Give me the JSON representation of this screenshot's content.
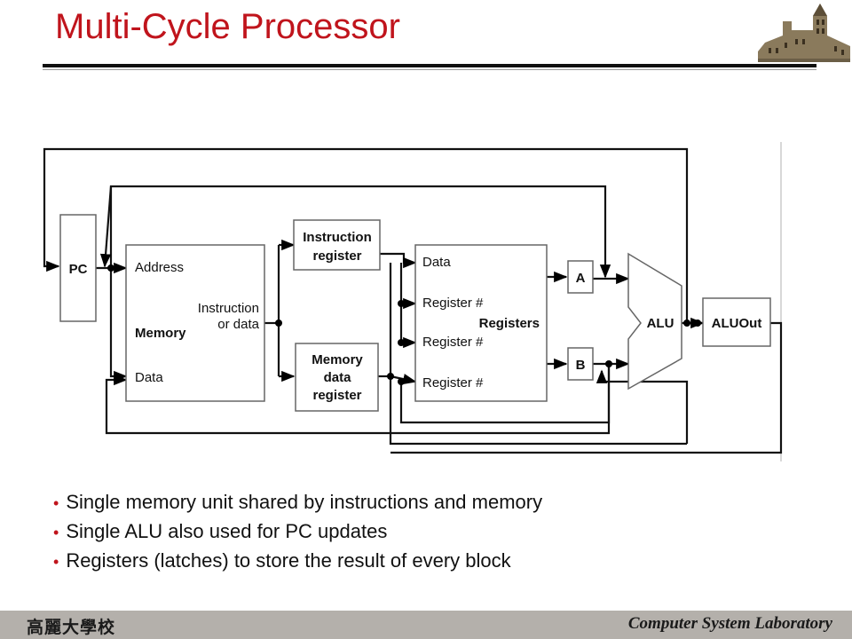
{
  "slide": {
    "title": "Multi-Cycle Processor",
    "bullets": [
      "Single memory unit shared by instructions and memory",
      "Single ALU also used for PC updates",
      "Registers (latches) to store the result of every block"
    ]
  },
  "diagram": {
    "pc": "PC",
    "memory": {
      "address": "Address",
      "memory": "Memory",
      "data": "Data",
      "out1": "Instruction",
      "out2": "or data"
    },
    "ir": {
      "line1": "Instruction",
      "line2": "register"
    },
    "mdr": {
      "line1": "Memory",
      "line2": "data",
      "line3": "register"
    },
    "registers": {
      "data": "Data",
      "reg1": "Register #",
      "reg2": "Register #",
      "reg3": "Register #",
      "label": "Registers"
    },
    "a": "A",
    "b": "B",
    "alu": "ALU",
    "aluout": "ALUOut"
  },
  "footer": {
    "left": "高麗大學校",
    "right": "Computer System Laboratory"
  },
  "colors": {
    "title": "#c0141c",
    "footer_bg": "#b4b0ab"
  },
  "icons": {
    "logo": "university-building-logo"
  }
}
